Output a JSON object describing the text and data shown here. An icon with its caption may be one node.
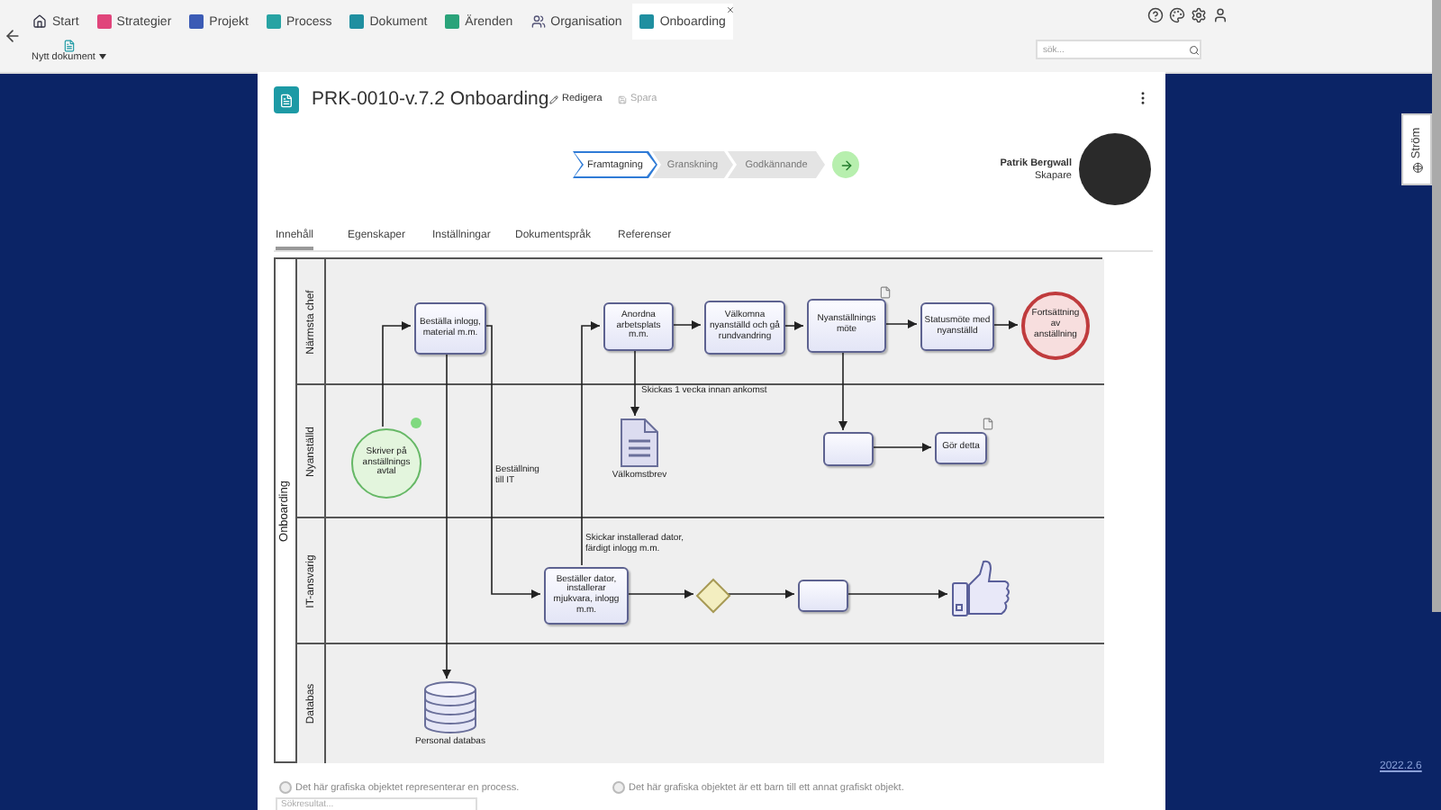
{
  "diagram": {
    "title": "PRK-0010-v.7.2 Onboarding",
    "nodes": [
      {
        "text": [
          "Onboarding"
        ]
      },
      {
        "text": [
          "Närmsta chef"
        ],
        "in": 0
      },
      {
        "text": [
          "Nyanställd"
        ],
        "in": 0
      },
      {
        "text": [
          "IT-ansvarig"
        ],
        "in": 0
      },
      {
        "text": [
          "Databas"
        ],
        "in": 0
      },
      {
        "text": [
          "Beställa inlogg, material m.m."
        ],
        "in": 1
      },
      {
        "text": [
          "Anordna arbetsplats m.m."
        ],
        "in": 1
      },
      {
        "text": [
          "Välkomna nyanställd och gå rundvandring"
        ],
        "in": 1
      },
      {
        "text": [
          "Nyanställnings möte"
        ],
        "in": 1
      },
      {
        "text": [
          "Statusmöte med nyanställd"
        ],
        "in": 1
      },
      {
        "text": [
          "Fortsättning av anställning"
        ],
        "in": 1
      },
      {
        "text": [
          "Skriver på anställnings avtal"
        ],
        "in": 2
      },
      {
        "text": [
          "Välkomstbrev"
        ],
        "in": 2
      },
      {
        "text": [],
        "shape": "box",
        "in": 2
      },
      {
        "text": [
          "Gör detta"
        ],
        "in": 2
      },
      {
        "text": [
          "Beställer dator, installerar mjukvara, inlogg m.m."
        ],
        "in": 3
      },
      {
        "text": [],
        "shape": "diamond",
        "in": 3
      },
      {
        "text": [],
        "shape": "box",
        "in": 3
      },
      {
        "text": [],
        "shape": "picture",
        "in": 3
      },
      {
        "text": [
          "Personal databas"
        ],
        "in": 4
      }
    ],
    "edges": [
      {
        "from": 11,
        "to": 5,
        "arrow": "to"
      },
      {
        "from": 5,
        "to": 15,
        "arrow": "to",
        "label": "Beställning till IT"
      },
      {
        "from": 5,
        "to": 19,
        "arrow": "to"
      },
      {
        "from": 15,
        "to": 6,
        "arrow": "to",
        "label": "Skickar installerad dator, färdigt inlogg m.m."
      },
      {
        "from": 6,
        "to": 12,
        "arrow": "to",
        "label": "Skickas 1 vecka innan ankomst"
      },
      {
        "from": 6,
        "to": 7,
        "arrow": "to"
      },
      {
        "from": 7,
        "to": 8,
        "arrow": "to"
      },
      {
        "from": 8,
        "to": 9,
        "arrow": "to"
      },
      {
        "from": 9,
        "to": 10,
        "arrow": "to"
      },
      {
        "from": 8,
        "to": 13,
        "arrow": "to"
      },
      {
        "from": 13,
        "to": 14,
        "arrow": "to"
      },
      {
        "from": 15,
        "to": 16,
        "arrow": "to"
      },
      {
        "from": 16,
        "to": 17,
        "arrow": "to"
      },
      {
        "from": 17,
        "to": 18,
        "arrow": "to"
      }
    ],
    "labels": [
      "Start",
      "Strategier",
      "Projekt",
      "Process",
      "Dokument",
      "Ärenden",
      "Organisation",
      "Onboarding",
      "Nytt dokument",
      "sök...",
      "Redigera",
      "Spara",
      "Framtagning",
      "Granskning",
      "Godkännande",
      "Patrik Bergwall",
      "Skapare",
      "Innehåll",
      "Egenskaper",
      "Inställningar",
      "Dokumentspråk",
      "Referenser",
      "Det här grafiska objektet representerar en process.",
      "Det här grafiska objektet är ett barn till ett annat grafiskt objekt.",
      "Sökresultat...",
      "Ström",
      "2022.2.6"
    ]
  }
}
